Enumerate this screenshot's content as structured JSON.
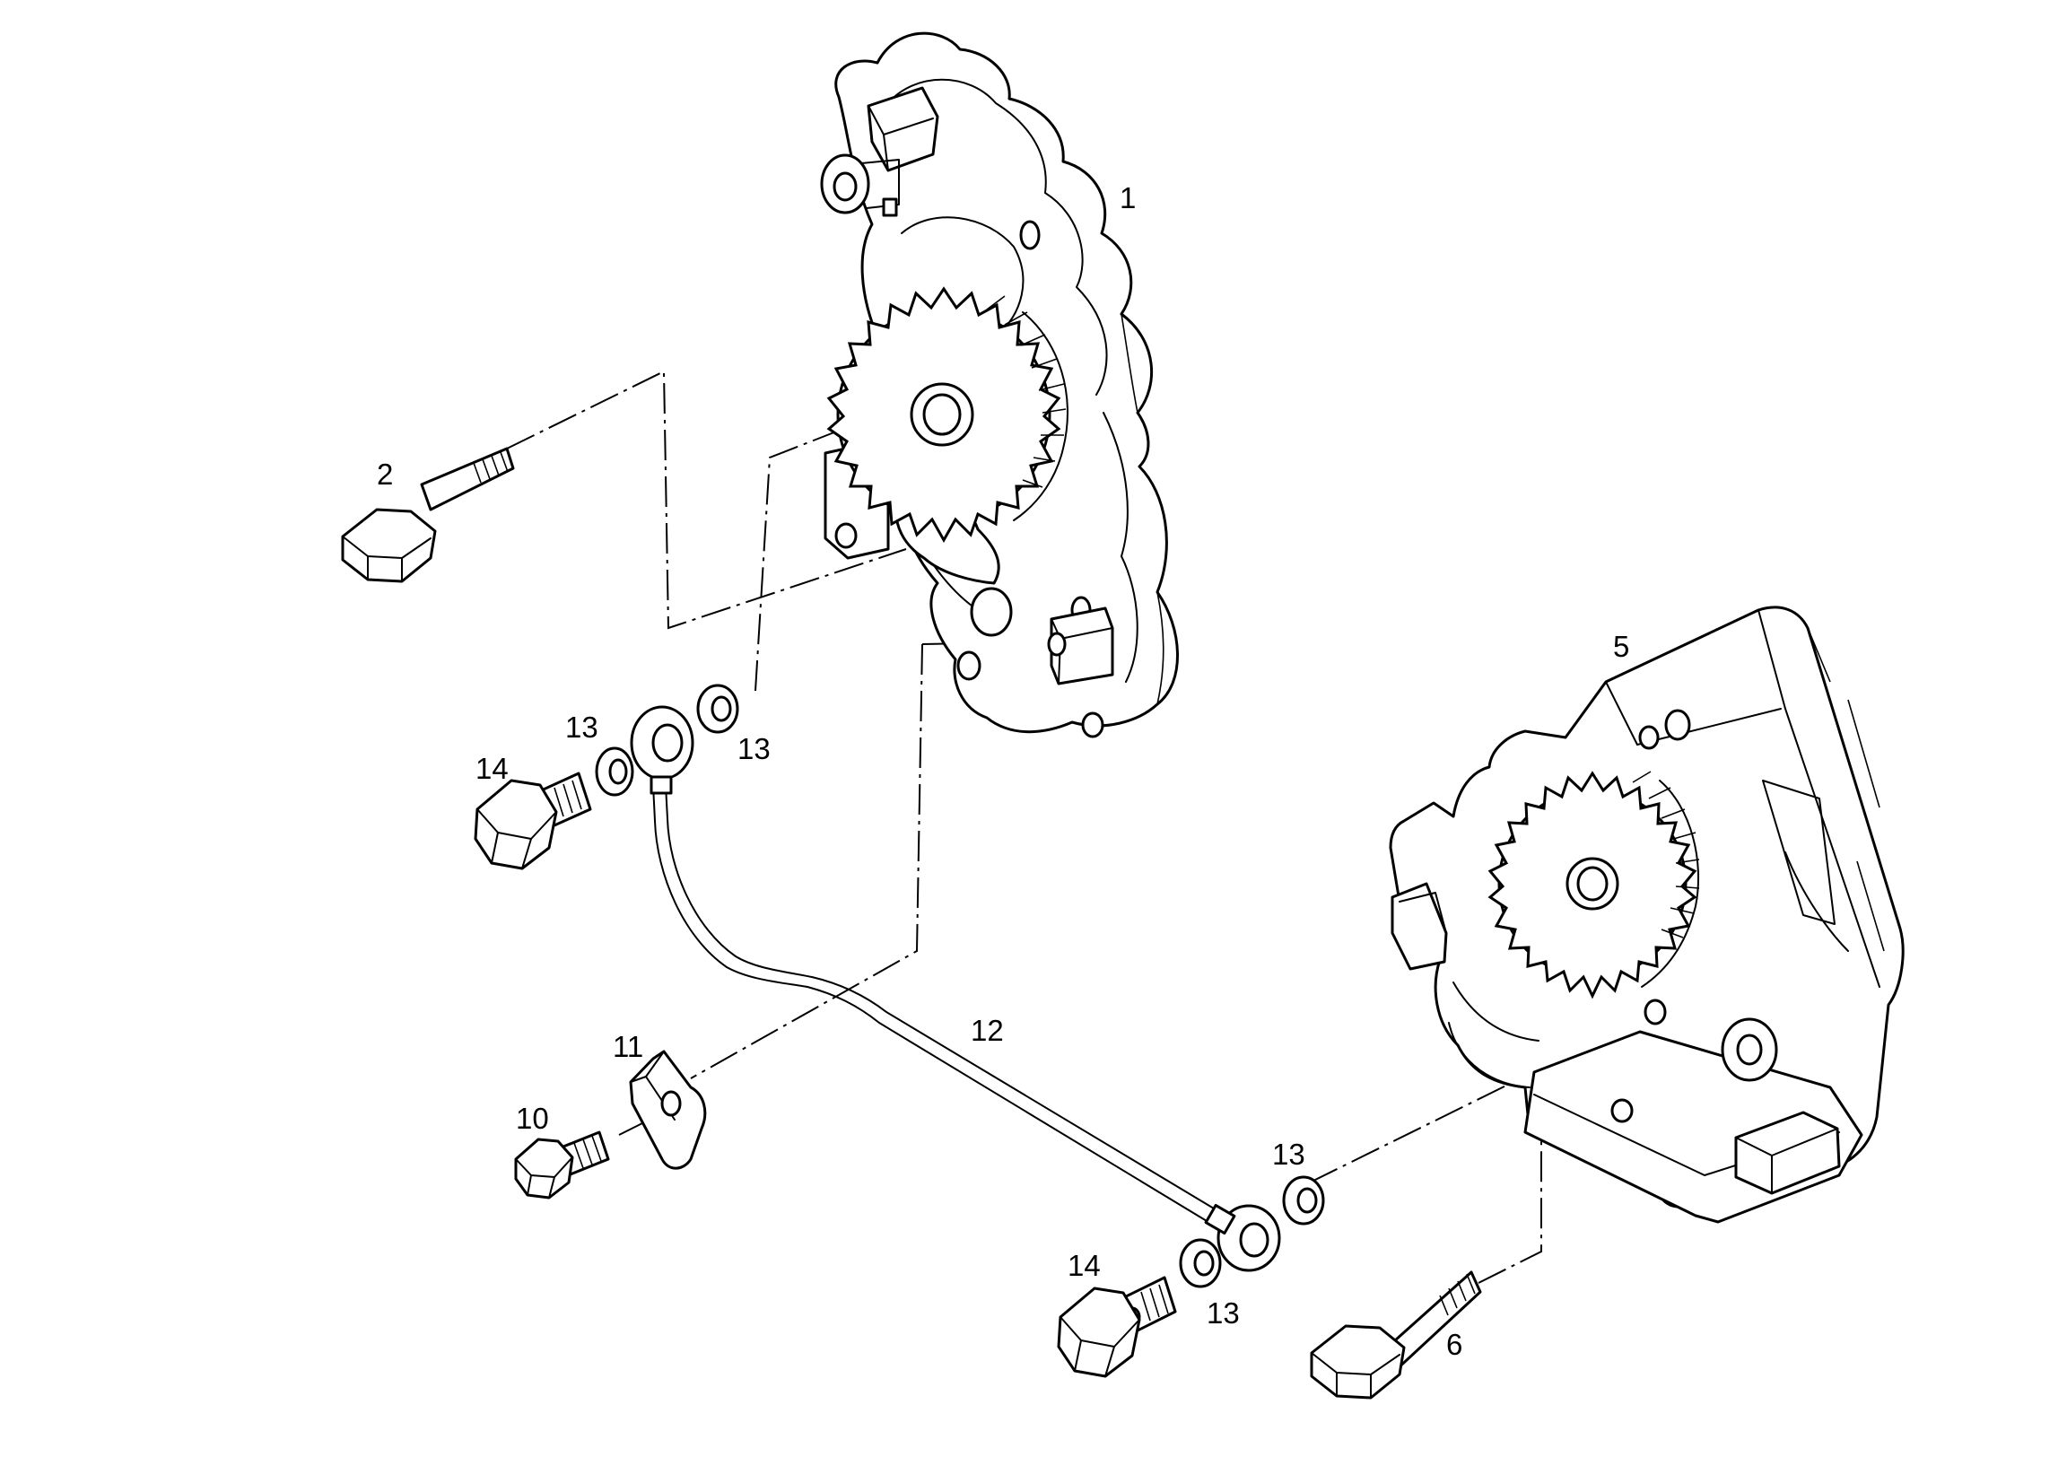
{
  "callouts": {
    "c1": "1",
    "c2": "2",
    "c5": "5",
    "c6": "6",
    "c10": "10",
    "c11": "11",
    "c12": "12",
    "c13a": "13",
    "c13b": "13",
    "c13c": "13",
    "c13d": "13",
    "c14a": "14",
    "c14b": "14"
  }
}
